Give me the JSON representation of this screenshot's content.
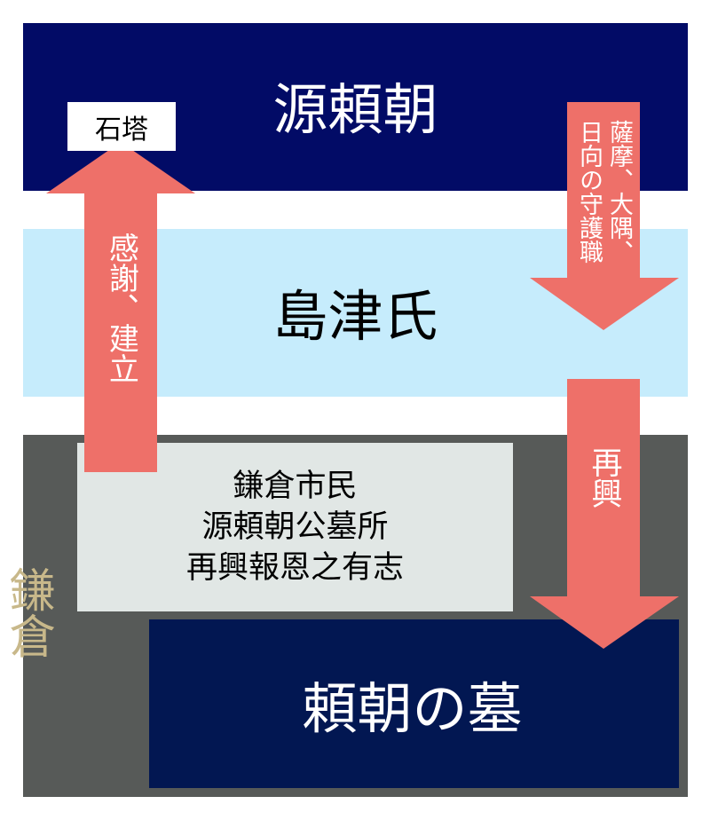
{
  "colors": {
    "navy_top": "#020b66",
    "light_blue": "#c6ecfc",
    "gray": "#575a58",
    "light_gray": "#e1e7e5",
    "navy_bottom": "#021752",
    "arrow": "#ee7069",
    "tan": "#c8b88a"
  },
  "top_band": {
    "title": "源頼朝"
  },
  "middle_band": {
    "title": "島津氏"
  },
  "kamakura": {
    "label": "鎌倉",
    "group_box": {
      "lines": [
        "鎌倉市民",
        "源頼朝公墓所",
        "再興報恩之有志"
      ]
    },
    "grave_box": {
      "title": "頼朝の墓"
    }
  },
  "arrows": {
    "up": {
      "label": "感謝、建立",
      "target_label": "石塔"
    },
    "down_top": {
      "label_col1": "薩摩、大隅、",
      "label_col2": "日向の守護職"
    },
    "down_bottom": {
      "label": "再興"
    }
  }
}
